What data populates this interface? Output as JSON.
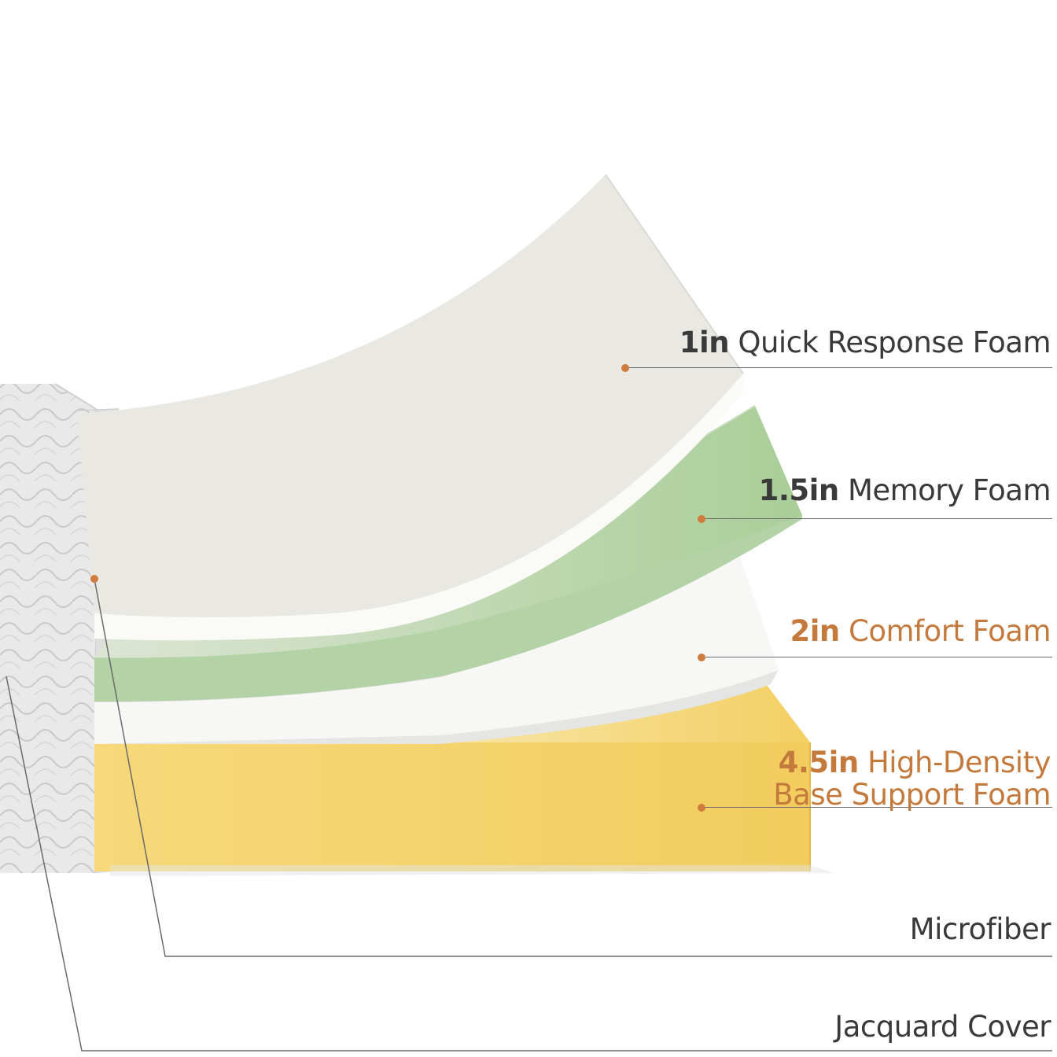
{
  "layers": [
    {
      "thickness": "1in",
      "name": "Quick Response Foam",
      "style": "dark"
    },
    {
      "thickness": "1.5in",
      "name": "Memory Foam",
      "style": "dark"
    },
    {
      "thickness": "2in",
      "name": "Comfort Foam",
      "style": "orange"
    },
    {
      "thickness": "4.5in",
      "name": "High-Density",
      "name_line2": "Base Support Foam",
      "style": "orange"
    }
  ],
  "covers": [
    {
      "name": "Microfiber"
    },
    {
      "name": "Jacquard Cover"
    }
  ],
  "colors": {
    "accent_orange": "#c47a3c",
    "quick_response_foam": "#efefea",
    "memory_foam": "#b3d3a7",
    "comfort_foam": "#f1f1ef",
    "base_support_foam": "#f5d46c",
    "cover": "#e6e6e6"
  }
}
